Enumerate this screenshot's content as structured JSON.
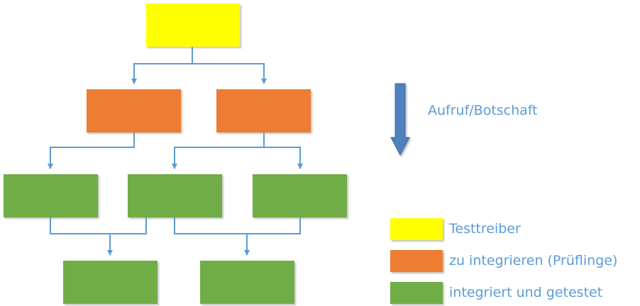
{
  "colors": {
    "driver": "#ffff00",
    "under_test": "#ed7d31",
    "tested": "#70ad47",
    "connector": "#5b9bd5",
    "label_text": "#5b9bd5",
    "call_arrow": "#4f81bd"
  },
  "call_arrow": {
    "label": "Aufruf/Botschaft"
  },
  "legend": {
    "items": [
      {
        "key": "driver",
        "label": "Testtreiber"
      },
      {
        "key": "under_test",
        "label": "zu integrieren (Prüflinge)"
      },
      {
        "key": "tested",
        "label": "integriert und getestet"
      }
    ]
  }
}
